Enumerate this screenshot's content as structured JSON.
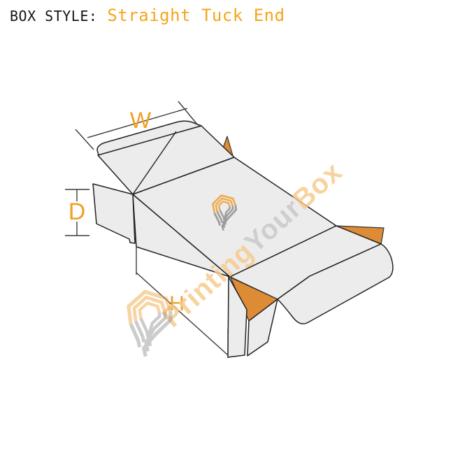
{
  "title": {
    "label": "BOX STYLE:",
    "value": "Straight Tuck End"
  },
  "dimensions": {
    "width_label": "W",
    "depth_label": "D",
    "height_label": "H"
  },
  "watermark": {
    "part1": "Printing",
    "part2": "Your",
    "part3": "Box"
  },
  "colors": {
    "flap_orange": "#DD8B35",
    "label_orange": "#F0A125",
    "title_orange": "#F5A61C",
    "panel_fill": "#ECECEC",
    "outline": "#222222",
    "watermark_orange": "#F6CA8C",
    "watermark_gray": "#C8C8CB",
    "logo_orange": "#EFA236",
    "logo_gray": "#8F8F8F"
  }
}
